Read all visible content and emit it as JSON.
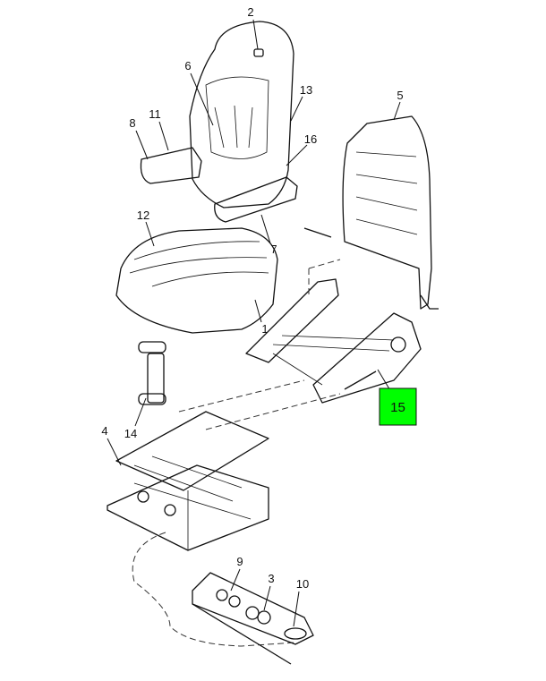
{
  "diagram": {
    "callouts": [
      "2",
      "6",
      "13",
      "11",
      "8",
      "16",
      "5",
      "12",
      "7",
      "1",
      "14",
      "4",
      "9",
      "3",
      "10"
    ],
    "highlighted_callout": "15",
    "highlight_color": "#00ff00"
  }
}
